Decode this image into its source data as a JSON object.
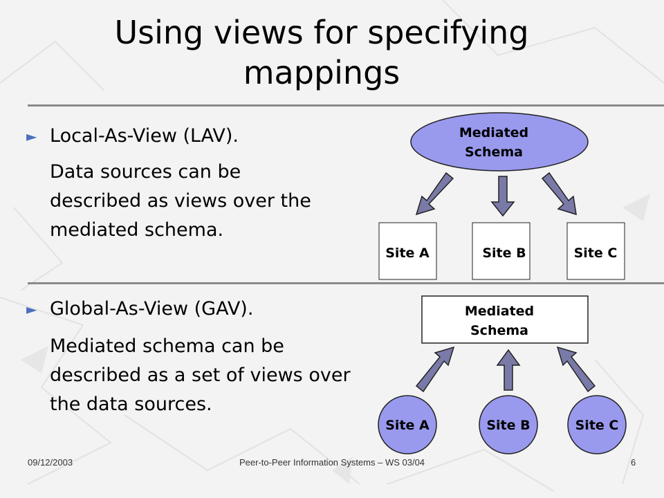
{
  "slide": {
    "title": "Using views for specifying mappings",
    "lav": {
      "heading": "Local-As-View (LAV).",
      "description": "Data sources can be described as views over the mediated schema.",
      "diagram": {
        "mediated_label_line1": "Mediated",
        "mediated_label_line2": "Schema",
        "sites": [
          "Site A",
          "Site B",
          "Site C"
        ]
      }
    },
    "gav": {
      "heading": "Global-As-View (GAV).",
      "description": "Mediated schema can be described as a set of views over the data sources.",
      "diagram": {
        "mediated_label_line1": "Mediated",
        "mediated_label_line2": "Schema",
        "sites": [
          "Site A",
          "Site B",
          "Site C"
        ]
      }
    },
    "footer": {
      "date": "09/12/2003",
      "course": "Peer-to-Peer Information Systems – WS 03/04",
      "page": "6"
    },
    "colors": {
      "accent_fill": "#9999ee",
      "arrow_fill": "#7a7aa8",
      "rule": "#8a8a8a",
      "bullet": "#4a6fc0"
    }
  }
}
